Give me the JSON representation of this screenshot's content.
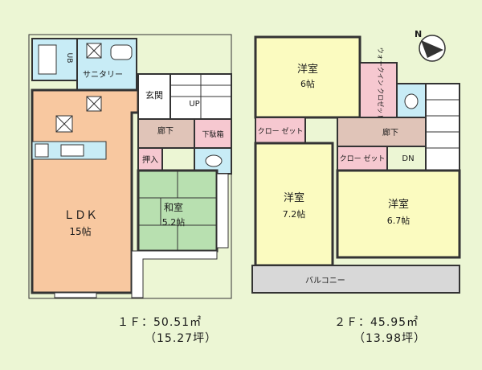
{
  "compass": {
    "north": "N"
  },
  "floor1": {
    "ldk": {
      "name": "ＬＤＫ",
      "size": "15帖"
    },
    "washitsu": {
      "name": "和室",
      "size": "5.2帖"
    },
    "ub": "UB",
    "sanitary": "サニタリー",
    "genkan": "玄関",
    "up": "UP",
    "rouka": "廊下",
    "kutsu": "下駄箱",
    "oshiire": "押入",
    "area": "１Ｆ：50.51㎡",
    "tsubo": "（15.27坪）"
  },
  "floor2": {
    "room_top": {
      "name": "洋室",
      "size": "6帖"
    },
    "room_left": {
      "name": "洋室",
      "size": "7.2帖"
    },
    "room_right": {
      "name": "洋室",
      "size": "6.7帖"
    },
    "closet_top": "ウォークイン クロゼット",
    "closet_left": "クロー ゼット",
    "closet_right": "クロー ゼット",
    "rouka": "廊下",
    "dn": "DN",
    "balcony": "バルコニー",
    "area": "２Ｆ：45.95㎡",
    "tsubo": "（13.98坪）"
  },
  "colors": {
    "background": "#ecf6d4",
    "ldk": "#f8c8a0",
    "washitsu": "#b8e0b0",
    "yoshitsu": "#fbfbc0",
    "closet": "#f6c8d0",
    "hall": "#e0c4b8",
    "wet": "#c8ecf6",
    "balcony": "#d8d8d8"
  }
}
